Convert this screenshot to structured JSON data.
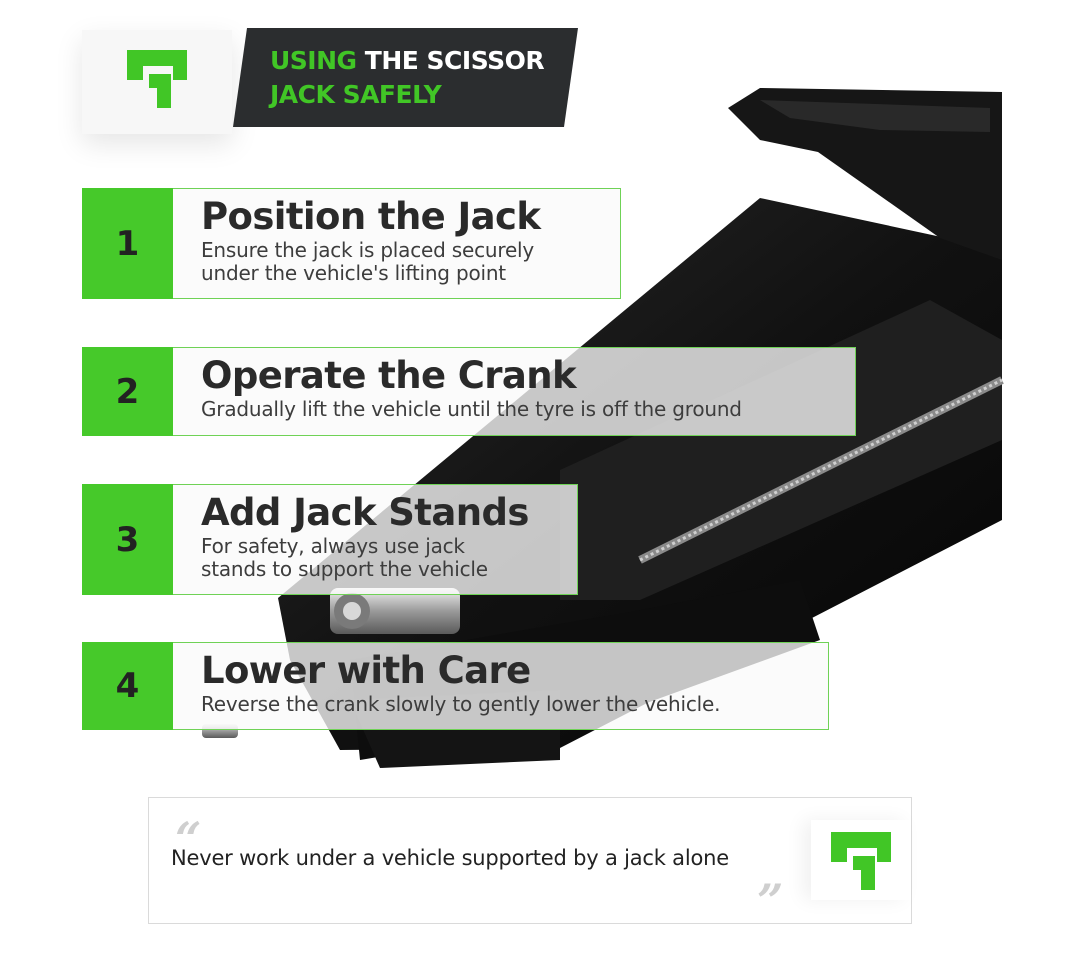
{
  "header": {
    "title_highlight": "USING",
    "title_rest_line1": "THE SCISSOR",
    "title_line2": "JACK SAFELY"
  },
  "steps": [
    {
      "number": "1",
      "title": "Position the Jack",
      "description": "Ensure the jack is placed securely\nunder the vehicle's lifting point"
    },
    {
      "number": "2",
      "title": "Operate the Crank",
      "description": "Gradually lift the vehicle until the tyre is off the ground"
    },
    {
      "number": "3",
      "title": "Add Jack Stands",
      "description": "For safety, always use jack\nstands to support the vehicle"
    },
    {
      "number": "4",
      "title": "Lower with Care",
      "description": "Reverse the crank slowly to gently lower the vehicle."
    }
  ],
  "warning": {
    "text": "Never work under a vehicle supported by a jack alone",
    "quote_open": "“",
    "quote_close": "”"
  },
  "colors": {
    "brand_green": "#46c92a",
    "banner_dark": "#2b2d2f",
    "text_dark": "#2a2a2a"
  },
  "icons": {
    "brand_logo": "brand-logo-icon",
    "background_image": "scissor-jack-image"
  }
}
